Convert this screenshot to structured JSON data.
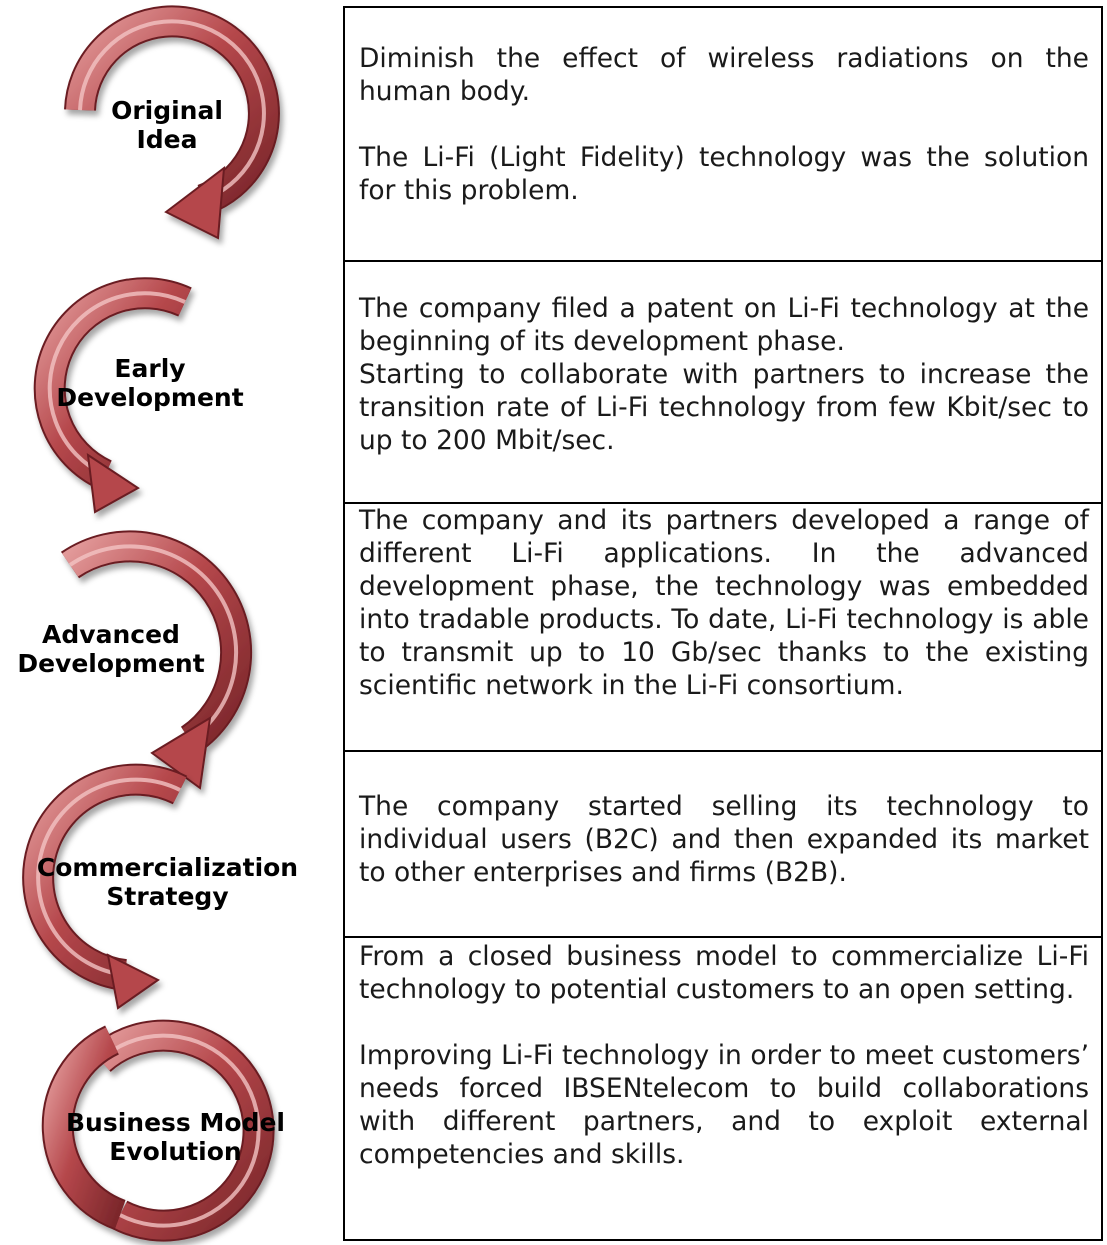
{
  "colors": {
    "arrow_fill": "#b5474b",
    "arrow_highlight": "#f2c3c3",
    "arrow_edge": "#6b1e22",
    "border": "#000000"
  },
  "stages": [
    {
      "name_lines": [
        "Original",
        "Idea"
      ],
      "paragraphs": [
        "Diminish the effect of wireless radiations on the human body.",
        "The Li-Fi (Light Fidelity) technology was the solution for this problem."
      ]
    },
    {
      "name_lines": [
        "Early",
        "Development"
      ],
      "paragraphs": [
        "The company filed a patent on Li-Fi technology at the beginning of its development phase.",
        "Starting to collaborate with partners to increase the transition rate of Li-Fi technology from few Kbit/sec to up to 200 Mbit/sec."
      ]
    },
    {
      "name_lines": [
        "Advanced",
        "Development"
      ],
      "paragraphs": [
        "The company and its partners developed a range of different Li-Fi applications. In the advanced development phase, the technology was embedded into tradable products. To date, Li-Fi technology is able to transmit up to 10 Gb/sec thanks to the existing scientific network in the Li-Fi consortium."
      ]
    },
    {
      "name_lines": [
        "Commercialization",
        "Strategy"
      ],
      "paragraphs": [
        "The company started selling its technology to individual users (B2C) and then expanded its market to other enterprises and firms (B2B)."
      ]
    },
    {
      "name_lines": [
        "Business Model",
        "Evolution"
      ],
      "paragraphs": [
        "From a closed business model to commercialize Li-Fi technology to potential customers to an open setting.",
        "Improving Li-Fi technology in order to meet customers’ needs forced IBSENtelecom to build collaborations with different partners, and to exploit external competencies and skills."
      ]
    }
  ]
}
